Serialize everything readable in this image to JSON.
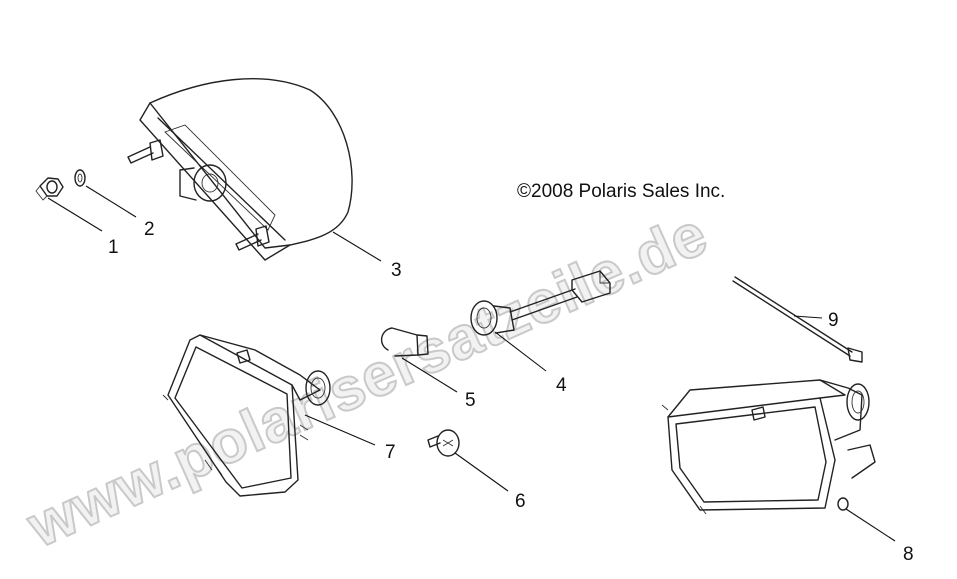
{
  "copyright": "©2008 Polaris Sales Inc.",
  "watermark": "www.polarisersatzeile.de",
  "callouts": [
    "1",
    "2",
    "3",
    "4",
    "5",
    "6",
    "7",
    "8",
    "9"
  ]
}
